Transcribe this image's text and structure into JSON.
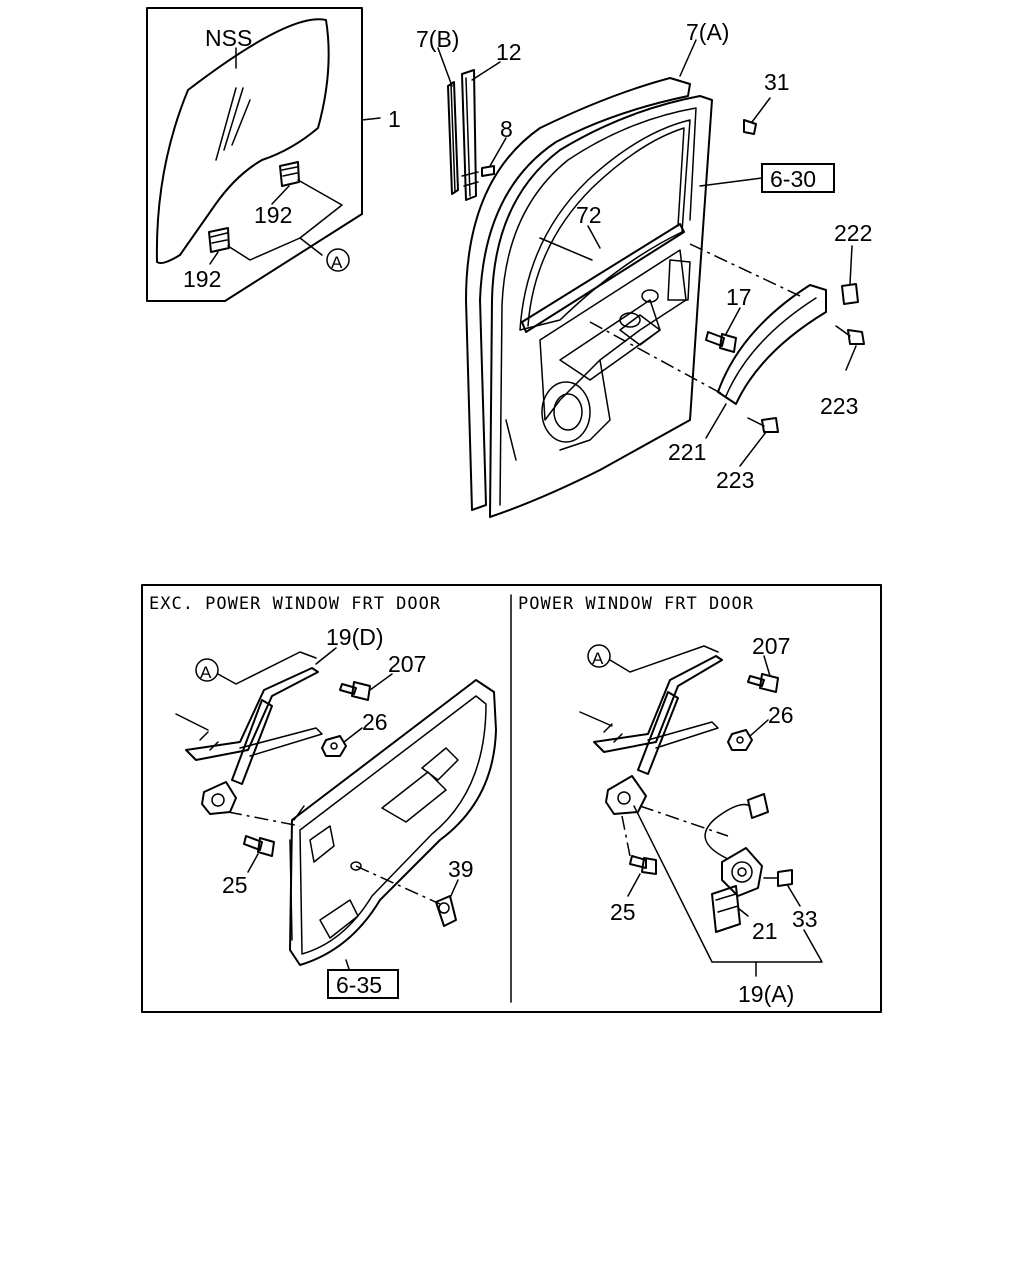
{
  "glass_inset": {
    "nss": "NSS",
    "part_glass": "1",
    "clip_upper": "192",
    "clip_lower": "192",
    "ref_a": "A"
  },
  "door_assembly": {
    "run_channel_b": "7(B)",
    "run_channel_a": "7(A)",
    "guide": "12",
    "screw_8": "8",
    "clip_31": "31",
    "ref_6_30": "6-30",
    "weatherstrip_72": "72",
    "bolt_17": "17",
    "cap_222": "222",
    "screw_223_upper": "223",
    "molding_221": "221",
    "screw_223_lower": "223"
  },
  "regulator_panel": {
    "left_header": "EXC. POWER WINDOW FRT DOOR",
    "right_header": "POWER WINDOW FRT DOOR",
    "left": {
      "ref_a": "A",
      "regulator_19d": "19(D)",
      "bolt_207": "207",
      "nut_26": "26",
      "bolt_25": "25",
      "handle_39": "39",
      "ref_6_35": "6-35"
    },
    "right": {
      "ref_a": "A",
      "bolt_207": "207",
      "nut_26": "26",
      "bolt_25": "25",
      "motor_21": "21",
      "screw_33": "33",
      "regulator_19a": "19(A)"
    }
  }
}
